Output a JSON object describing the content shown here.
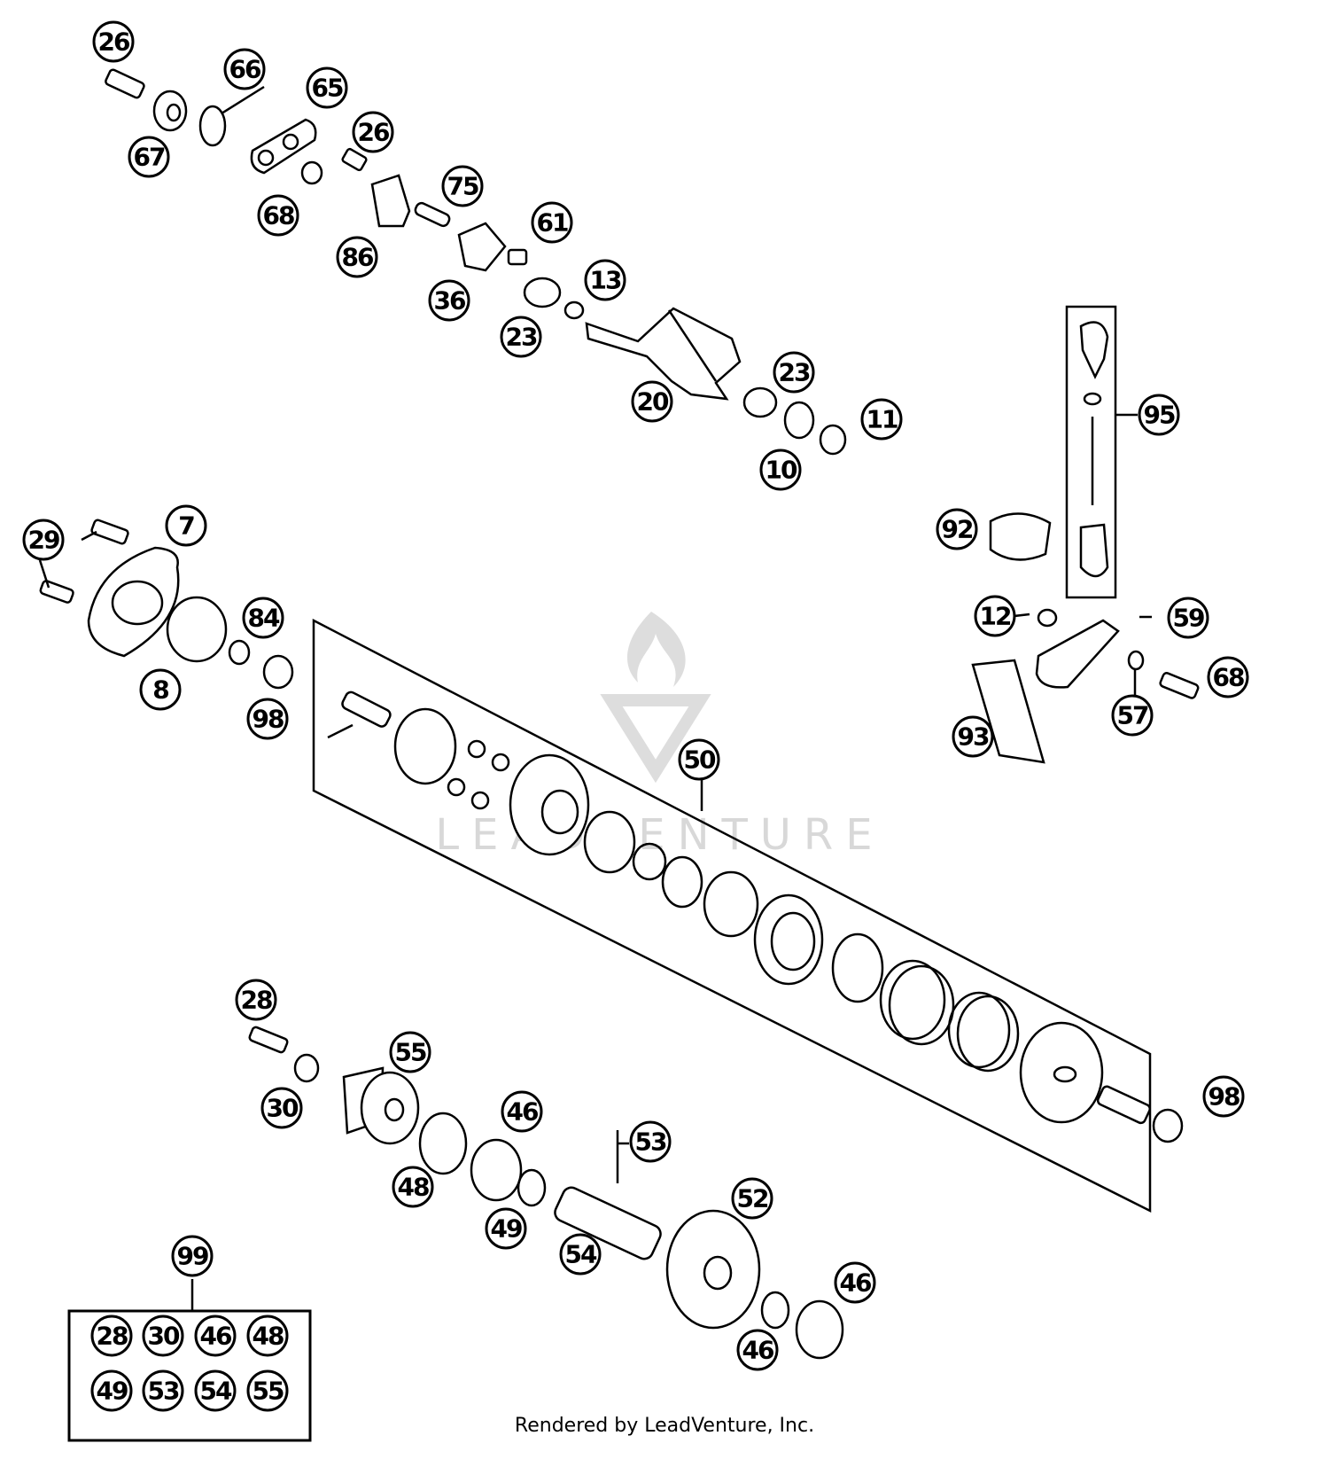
{
  "callouts": {
    "c26a": "26",
    "c66": "66",
    "c65": "65",
    "c67": "67",
    "c26b": "26",
    "c75": "75",
    "c68a": "68",
    "c86": "86",
    "c61": "61",
    "c36": "36",
    "c13": "13",
    "c23a": "23",
    "c23b": "23",
    "c20": "20",
    "c11": "11",
    "c10": "10",
    "c95": "95",
    "c92": "92",
    "c29": "29",
    "c7": "7",
    "c84": "84",
    "c8": "8",
    "c98a": "98",
    "c12": "12",
    "c59": "59",
    "c68b": "68",
    "c57": "57",
    "c93": "93",
    "c50": "50",
    "c28": "28",
    "c55": "55",
    "c30": "30",
    "c46a": "46",
    "c53": "53",
    "c48": "48",
    "c49": "49",
    "c52": "52",
    "c54": "54",
    "c46b": "46",
    "c46c": "46",
    "c98b": "98",
    "c99": "99"
  },
  "kit_99": [
    "28",
    "30",
    "46",
    "48",
    "49",
    "53",
    "54",
    "55"
  ],
  "watermark": "LEADVENTURE",
  "credit": "Rendered by LeadVenture, Inc."
}
